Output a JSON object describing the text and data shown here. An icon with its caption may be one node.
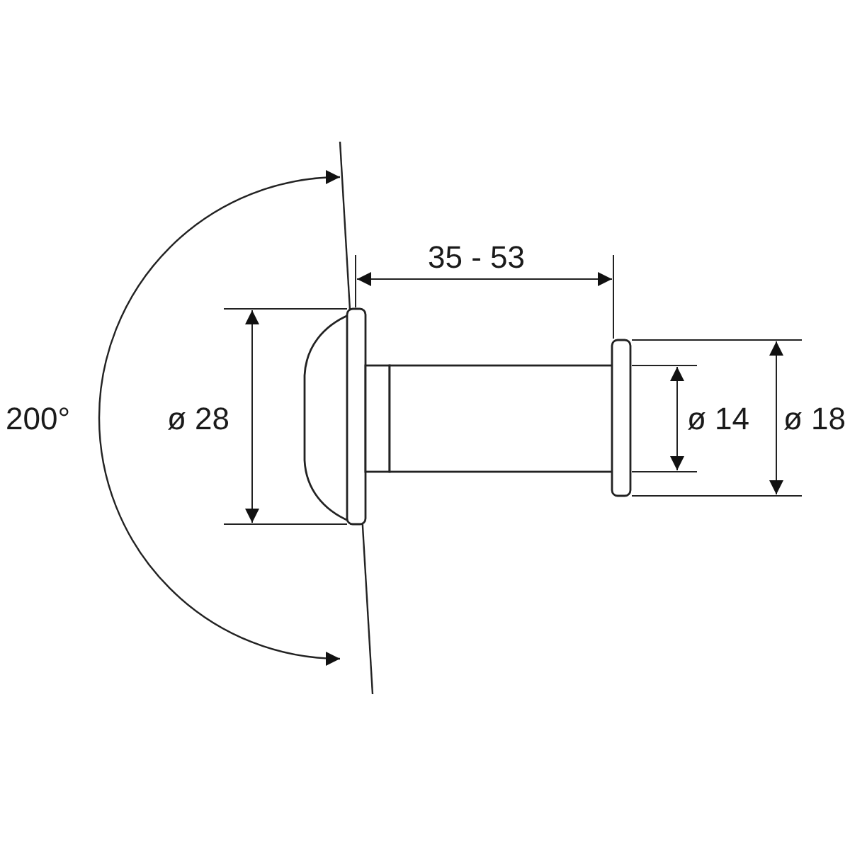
{
  "diagram": {
    "labels": [
      "35 - 53",
      "200°",
      "ø 28",
      "ø 14",
      "ø 18"
    ]
  }
}
